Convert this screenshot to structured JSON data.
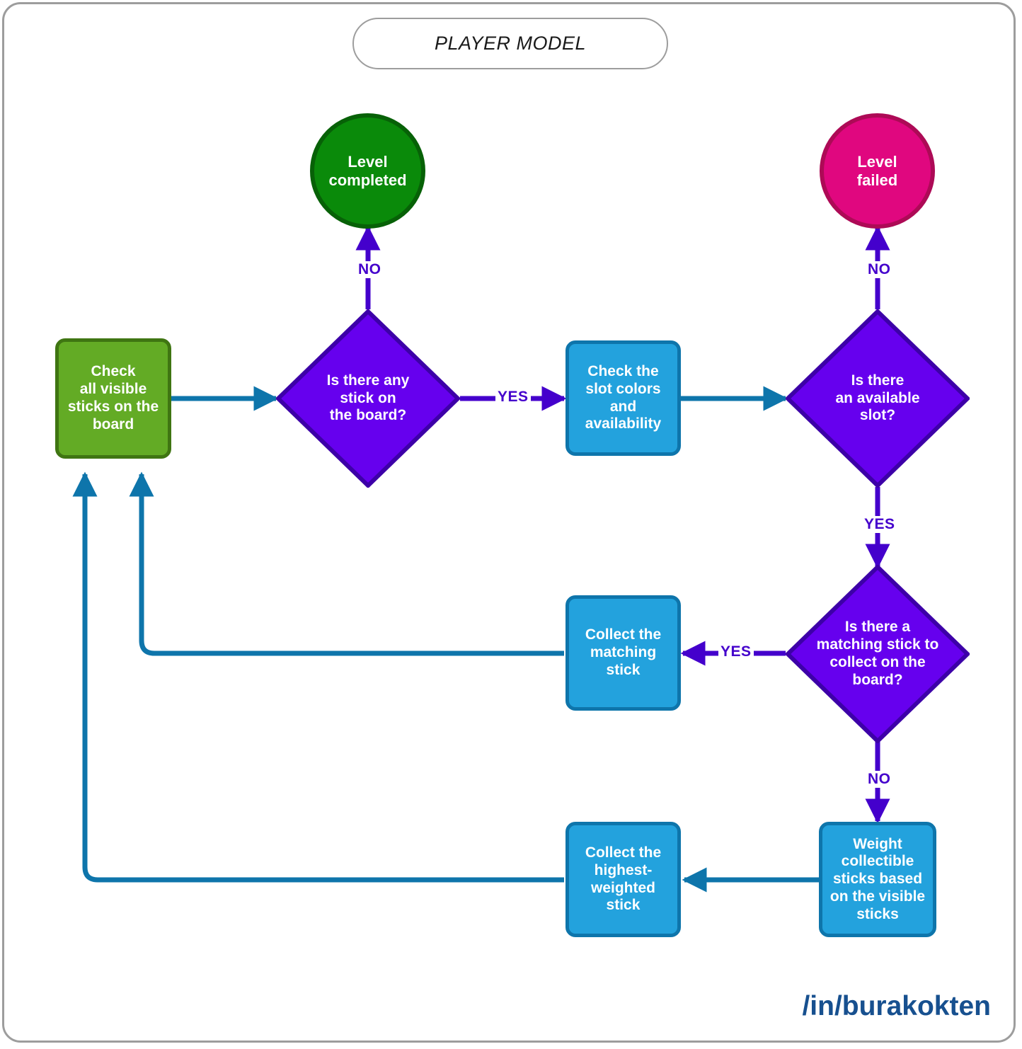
{
  "frame": {
    "border_color": "#9d9d9d"
  },
  "title": {
    "text": "PLAYER MODEL"
  },
  "footer": {
    "handle": "/in/burakokten",
    "color": "#17508f"
  },
  "colors": {
    "process_blue_fill": "#23a2dd",
    "process_blue_border": "#0e75ab",
    "start_green_fill": "#63ab25",
    "start_green_border": "#3f7512",
    "terminal_green_fill": "#0a8a0a",
    "terminal_green_border": "#076107",
    "terminal_pink_fill": "#e0077f",
    "terminal_pink_border": "#ad0a56",
    "decision_purple_fill": "#6600ee",
    "decision_purple_border": "#3d00a8",
    "flow_blue": "#0e75ab",
    "flow_purple": "#4400cc",
    "label_text": "#ffffff"
  },
  "nodes": {
    "level_completed": {
      "label": "Level\ncompleted",
      "shape": "circle",
      "color": "green"
    },
    "level_failed": {
      "label": "Level\nfailed",
      "shape": "circle",
      "color": "pink"
    },
    "check_visible_sticks": {
      "label": "Check\nall visible\nsticks on the\nboard",
      "shape": "rounded-rect",
      "color": "green"
    },
    "any_stick_on_board": {
      "label": "Is there any\nstick on\nthe board?",
      "shape": "diamond",
      "color": "purple"
    },
    "check_slot_colors": {
      "label": "Check the\nslot colors\nand\navailability",
      "shape": "rounded-rect",
      "color": "blue"
    },
    "available_slot": {
      "label": "Is there\nan available\nslot?",
      "shape": "diamond",
      "color": "purple"
    },
    "matching_stick": {
      "label": "Is there a\nmatching stick to\ncollect on the\nboard?",
      "shape": "diamond",
      "color": "purple"
    },
    "collect_matching_stick": {
      "label": "Collect the\nmatching\nstick",
      "shape": "rounded-rect",
      "color": "blue"
    },
    "weight_collectible_sticks": {
      "label": "Weight\ncollectible\nsticks based\non the visible\nsticks",
      "shape": "rounded-rect",
      "color": "blue"
    },
    "collect_highest_weighted": {
      "label": "Collect the\nhighest-\nweighted\nstick",
      "shape": "rounded-rect",
      "color": "blue"
    }
  },
  "edge_labels": {
    "no_to_level_completed": "NO",
    "yes_to_check_slots": "YES",
    "no_to_level_failed": "NO",
    "yes_to_matching_check": "YES",
    "yes_to_collect_matching": "YES",
    "no_to_weight_sticks": "NO"
  }
}
